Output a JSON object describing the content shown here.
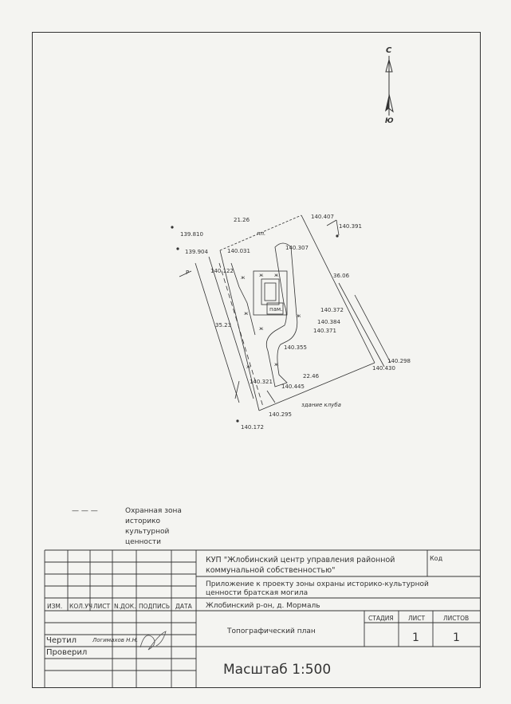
{
  "north_arrow": {
    "top_letter": "С",
    "bottom_letter": "Ю"
  },
  "plan": {
    "elevations": [
      "139.810",
      "139.904",
      "140.031",
      "140.307",
      "140.407",
      "140.391",
      "140.122",
      "140.372",
      "140.384",
      "140.371",
      "140.355",
      "140.298",
      "140.430",
      "140.321",
      "140.445",
      "140.295",
      "140.172"
    ],
    "dimensions": [
      "21.26",
      "36.06",
      "35.23",
      "22.46"
    ],
    "labels": {
      "pl": "пл.",
      "pam": "пам.",
      "club": "здание клуба",
      "point_mark": "Р"
    }
  },
  "legend": {
    "symbol": "— — —",
    "lines": [
      "Охранная зона",
      "историко",
      "культурной",
      "ценности"
    ]
  },
  "title_block": {
    "organization_line1": "КУП \"Жлобинский центр управления районной",
    "organization_line2": "коммунальной собственностью\"",
    "code_label": "Код",
    "project_line1": "Приложение к проекту зоны охраны историко-культурной",
    "project_line2": "ценности братская могила",
    "location": "Жлобинский р-он, д. Мормаль",
    "drawing_title": "Топографический план",
    "scale": "Масштаб 1:500",
    "columns": [
      "ИЗМ.",
      "КОЛ.УЧ",
      "ЛИСТ",
      "N.ДОК.",
      "ПОДПИСЬ",
      "ДАТА"
    ],
    "stage_label": "СТАДИЯ",
    "sheet_label": "ЛИСТ",
    "sheets_label": "ЛИСТОВ",
    "sheet_value": "1",
    "sheets_value": "1",
    "drew_label": "Чертил",
    "drew_name": "Логимахов Н.Н.",
    "checked_label": "Проверил"
  }
}
